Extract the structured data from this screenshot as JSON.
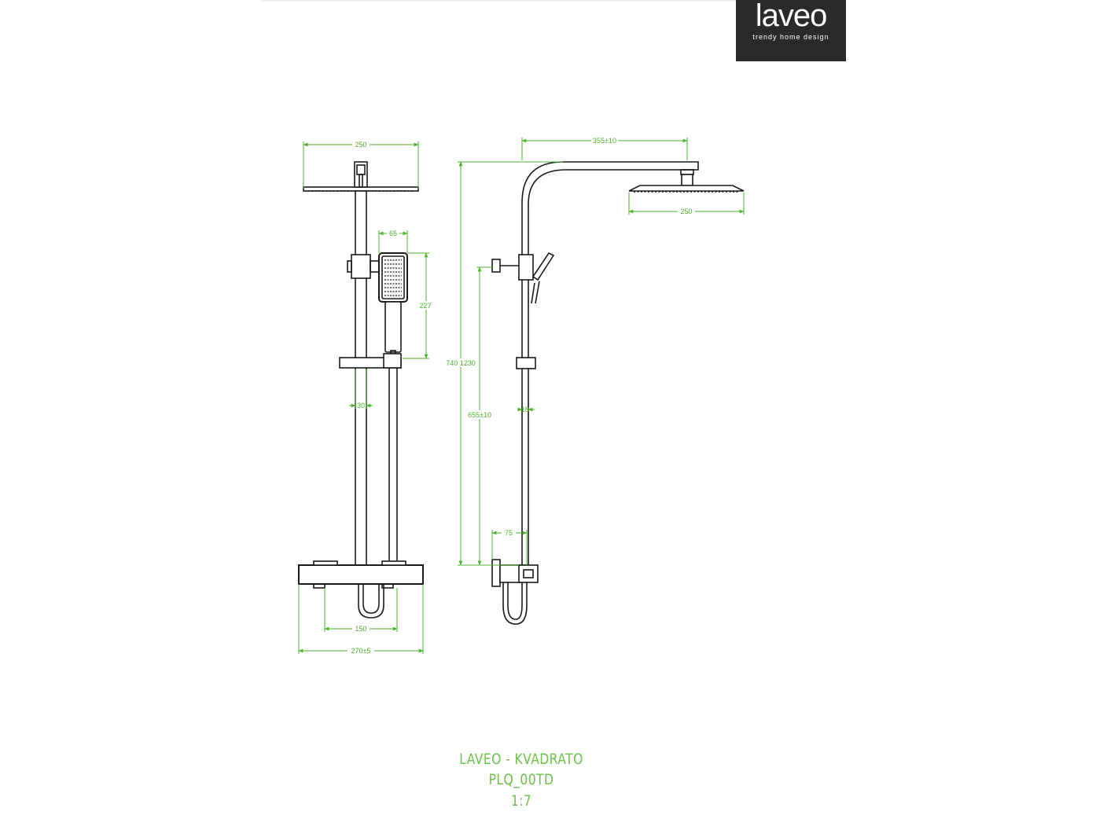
{
  "brand": {
    "logo_text": "laveo",
    "tagline": "trendy home design",
    "logo_bg": "#2a2a2a"
  },
  "colors": {
    "line": "#1a1a1a",
    "dimension": "#4ab52a",
    "caption": "#6cc24a"
  },
  "front_view": {
    "dim_head_width": "250",
    "dim_hand_shower_width": "65",
    "dim_hand_shower_height": "227",
    "dim_bar_width": "30",
    "dim_connection_spacing": "150",
    "dim_overall_width": "270±5"
  },
  "side_view": {
    "dim_arm_reach": "355±10",
    "dim_head_width": "250",
    "dim_total_height": "740 1230",
    "dim_slider_height": "655±10",
    "dim_bar_diameter": "18",
    "dim_wall_offset": "75"
  },
  "caption": {
    "line1": "LAVEO - KVADRATO",
    "line2": "PLQ_00TD",
    "line3": "1:7"
  }
}
